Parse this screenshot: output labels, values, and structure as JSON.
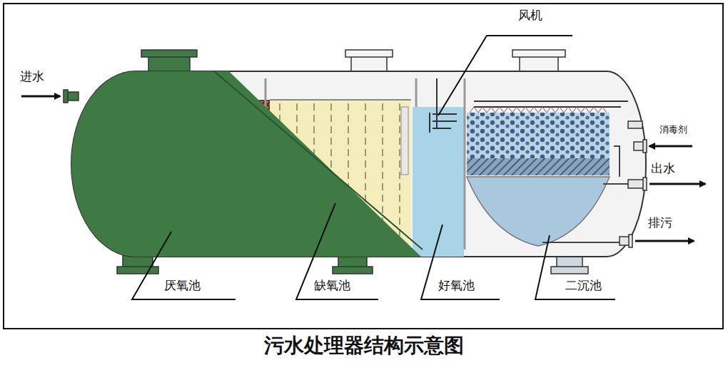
{
  "diagram": {
    "title": "污水处理器结构示意图",
    "labels": [
      "进水",
      "风机",
      "消毒剂",
      "出水",
      "排污",
      "厌氧池",
      "缺氧池",
      "好氧池",
      "二沉池"
    ]
  }
}
